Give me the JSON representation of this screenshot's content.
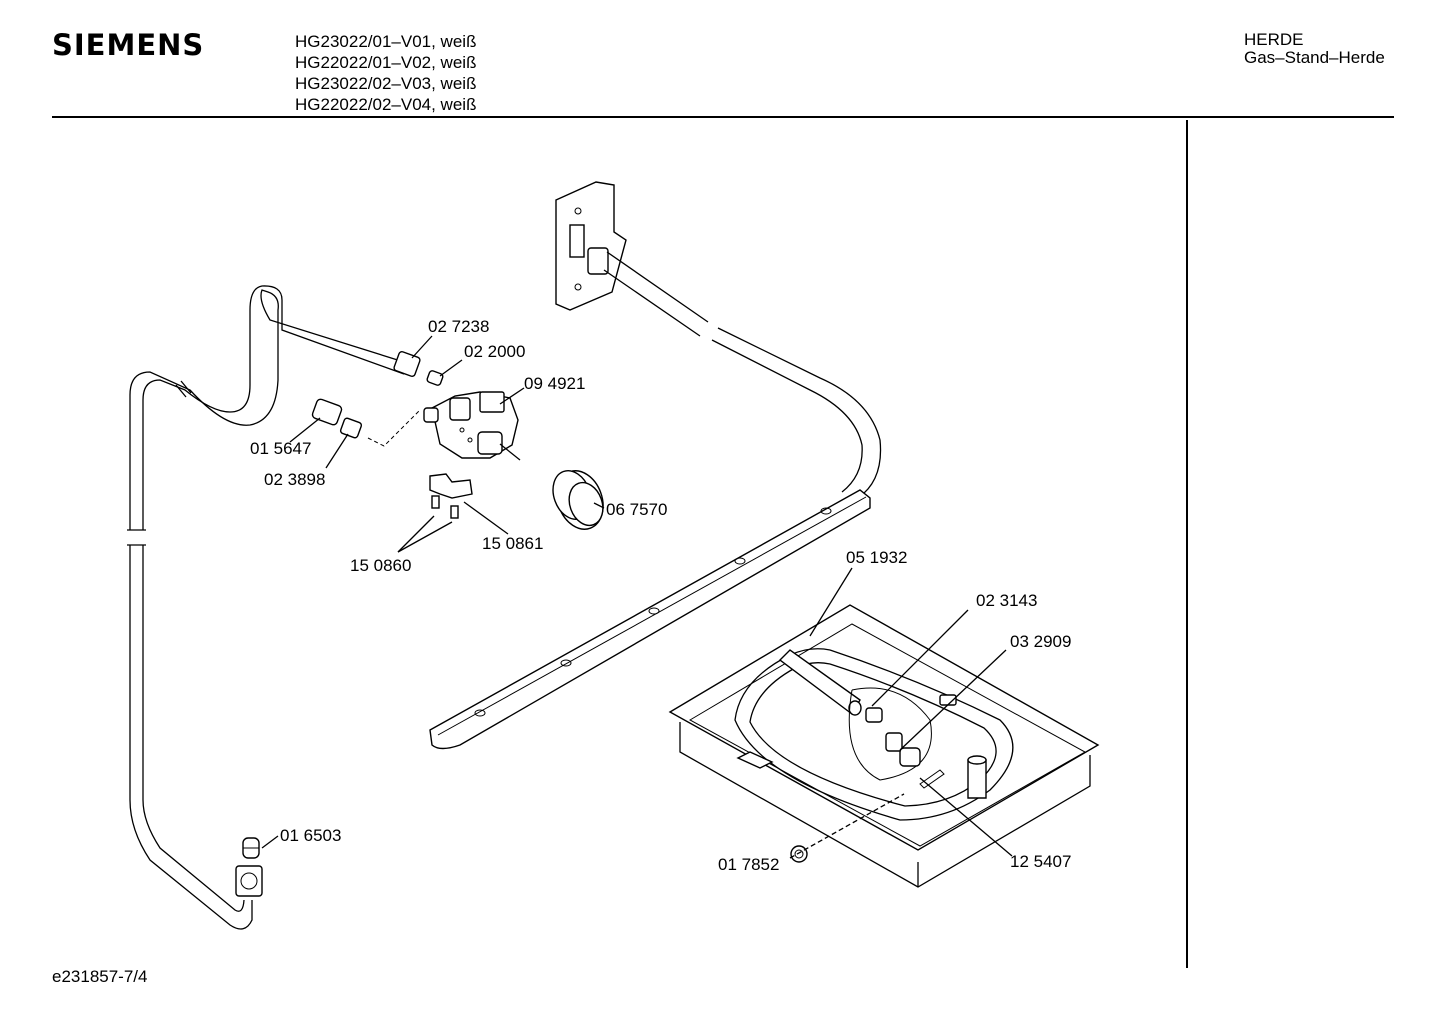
{
  "header": {
    "brand": "SIEMENS",
    "models": [
      "HG23022/01–V01, weiß",
      "HG22022/01–V02, weiß",
      "HG23022/02–V03, weiß",
      "HG22022/02–V04, weiß"
    ],
    "category": "HERDE",
    "subcategory": "Gas–Stand–Herde"
  },
  "footer": {
    "doc_id": "e231857-7/4"
  },
  "parts": [
    {
      "id": "p027238",
      "label": "02 7238"
    },
    {
      "id": "p022000",
      "label": "02 2000"
    },
    {
      "id": "p094921",
      "label": "09 4921"
    },
    {
      "id": "p015647",
      "label": "01 5647"
    },
    {
      "id": "p023898",
      "label": "02 3898"
    },
    {
      "id": "p067570",
      "label": "06 7570"
    },
    {
      "id": "p150861",
      "label": "15 0861"
    },
    {
      "id": "p150860",
      "label": "15 0860"
    },
    {
      "id": "p051932",
      "label": "05 1932"
    },
    {
      "id": "p023143",
      "label": "02 3143"
    },
    {
      "id": "p032909",
      "label": "03 2909"
    },
    {
      "id": "p016503",
      "label": "01 6503"
    },
    {
      "id": "p017852",
      "label": "01 7852"
    },
    {
      "id": "p125407",
      "label": "12 5407"
    }
  ]
}
